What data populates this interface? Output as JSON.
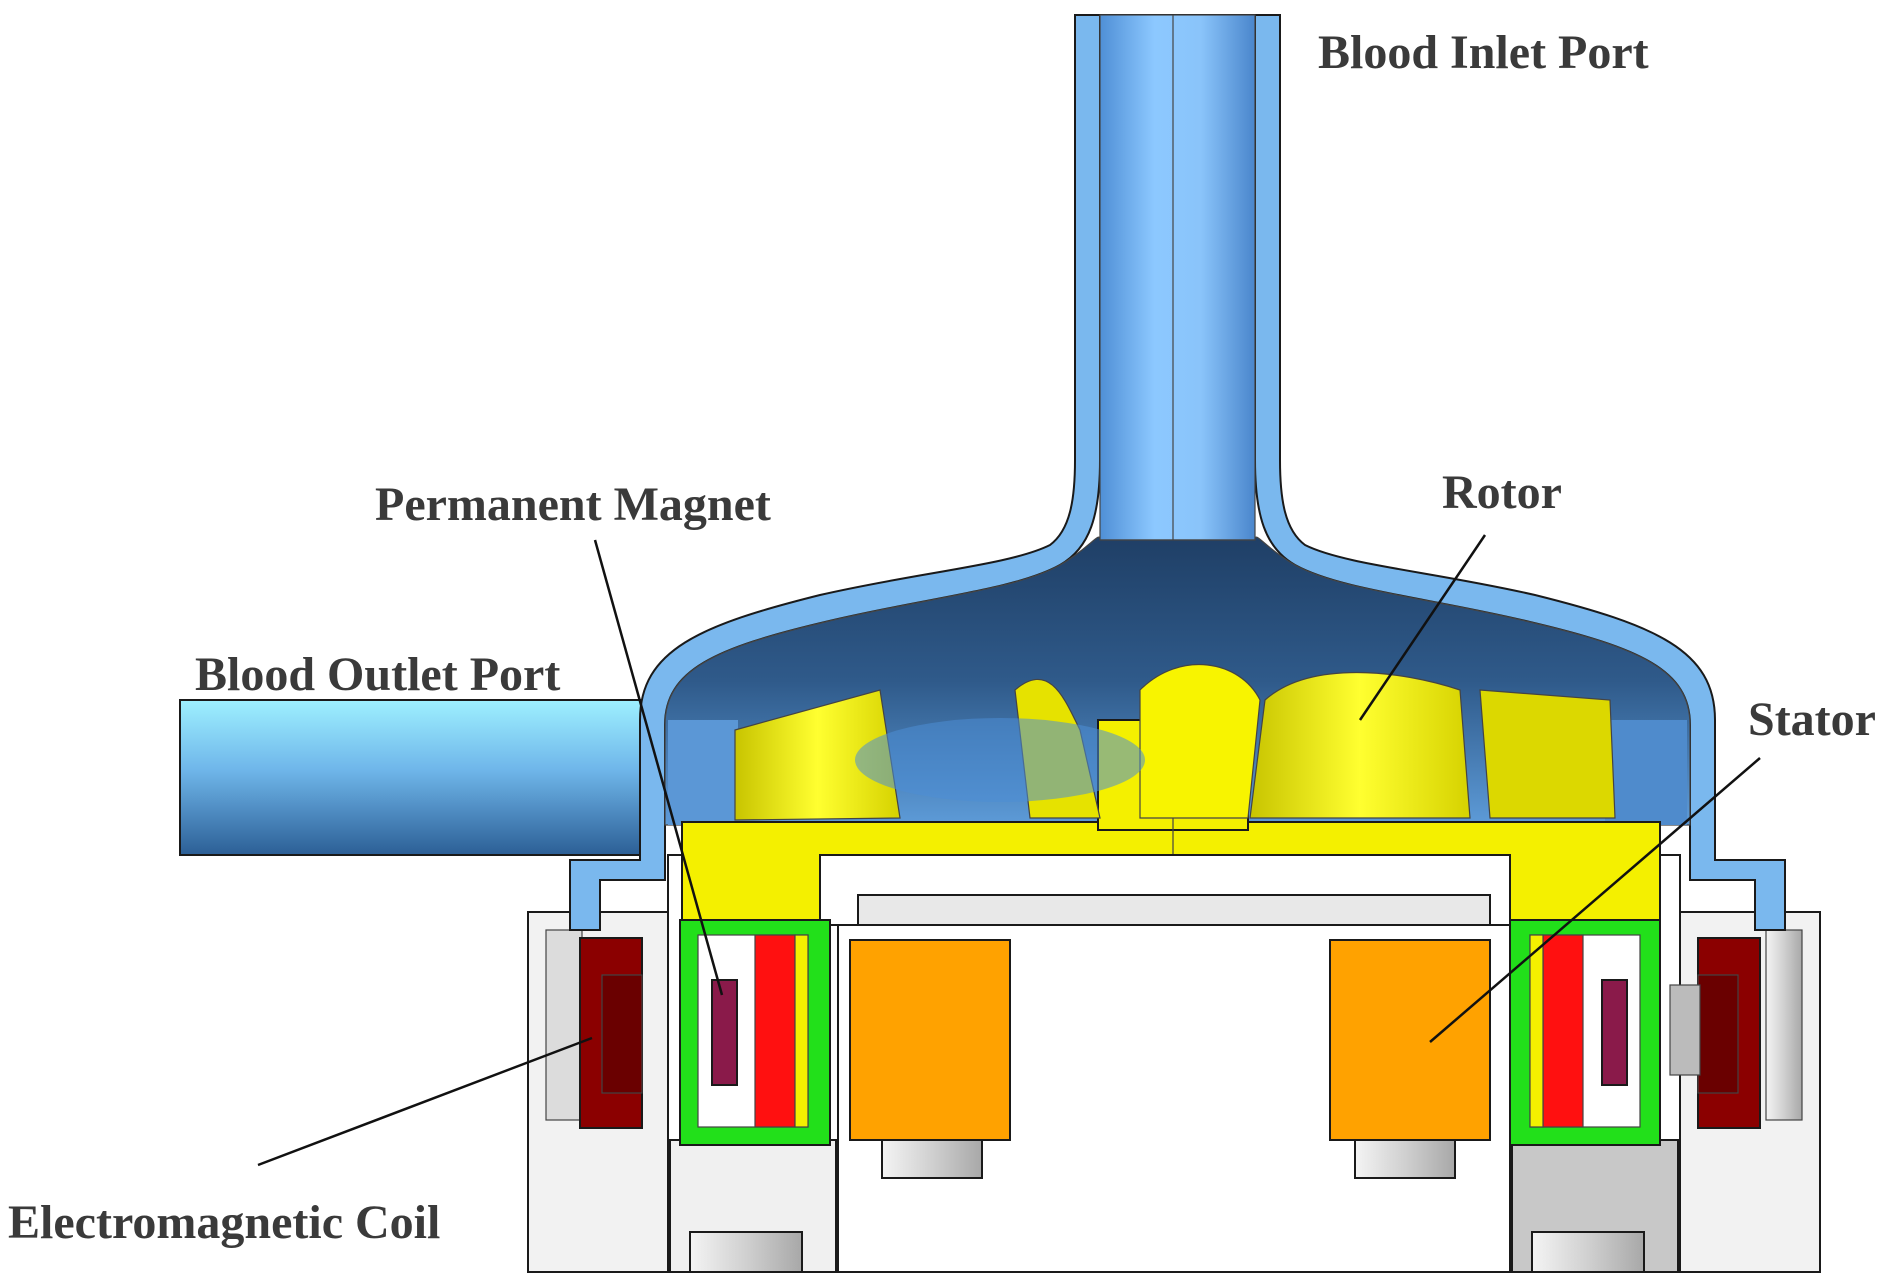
{
  "labels": {
    "blood_inlet_port": "Blood Inlet Port",
    "permanent_magnet": "Permanent Magnet",
    "rotor": "Rotor",
    "blood_outlet_port": "Blood Outlet Port",
    "stator": "Stator",
    "electromagnetic_coil": "Electromagnetic Coil"
  },
  "colors": {
    "housing_blue": "#7ab8ee",
    "blood_dark": "#2f4b73",
    "outlet_cyan": "#8fe0f8",
    "rotor_yellow": "#f4f000",
    "permanent_magnet_purple": "#8a1a4a",
    "rotor_magnet_red": "#ff1010",
    "green_layer": "#22e01a",
    "stator_orange": "#ffa200",
    "coil_darkred": "#8b0000",
    "casing_grey": "#e6e6e6"
  }
}
